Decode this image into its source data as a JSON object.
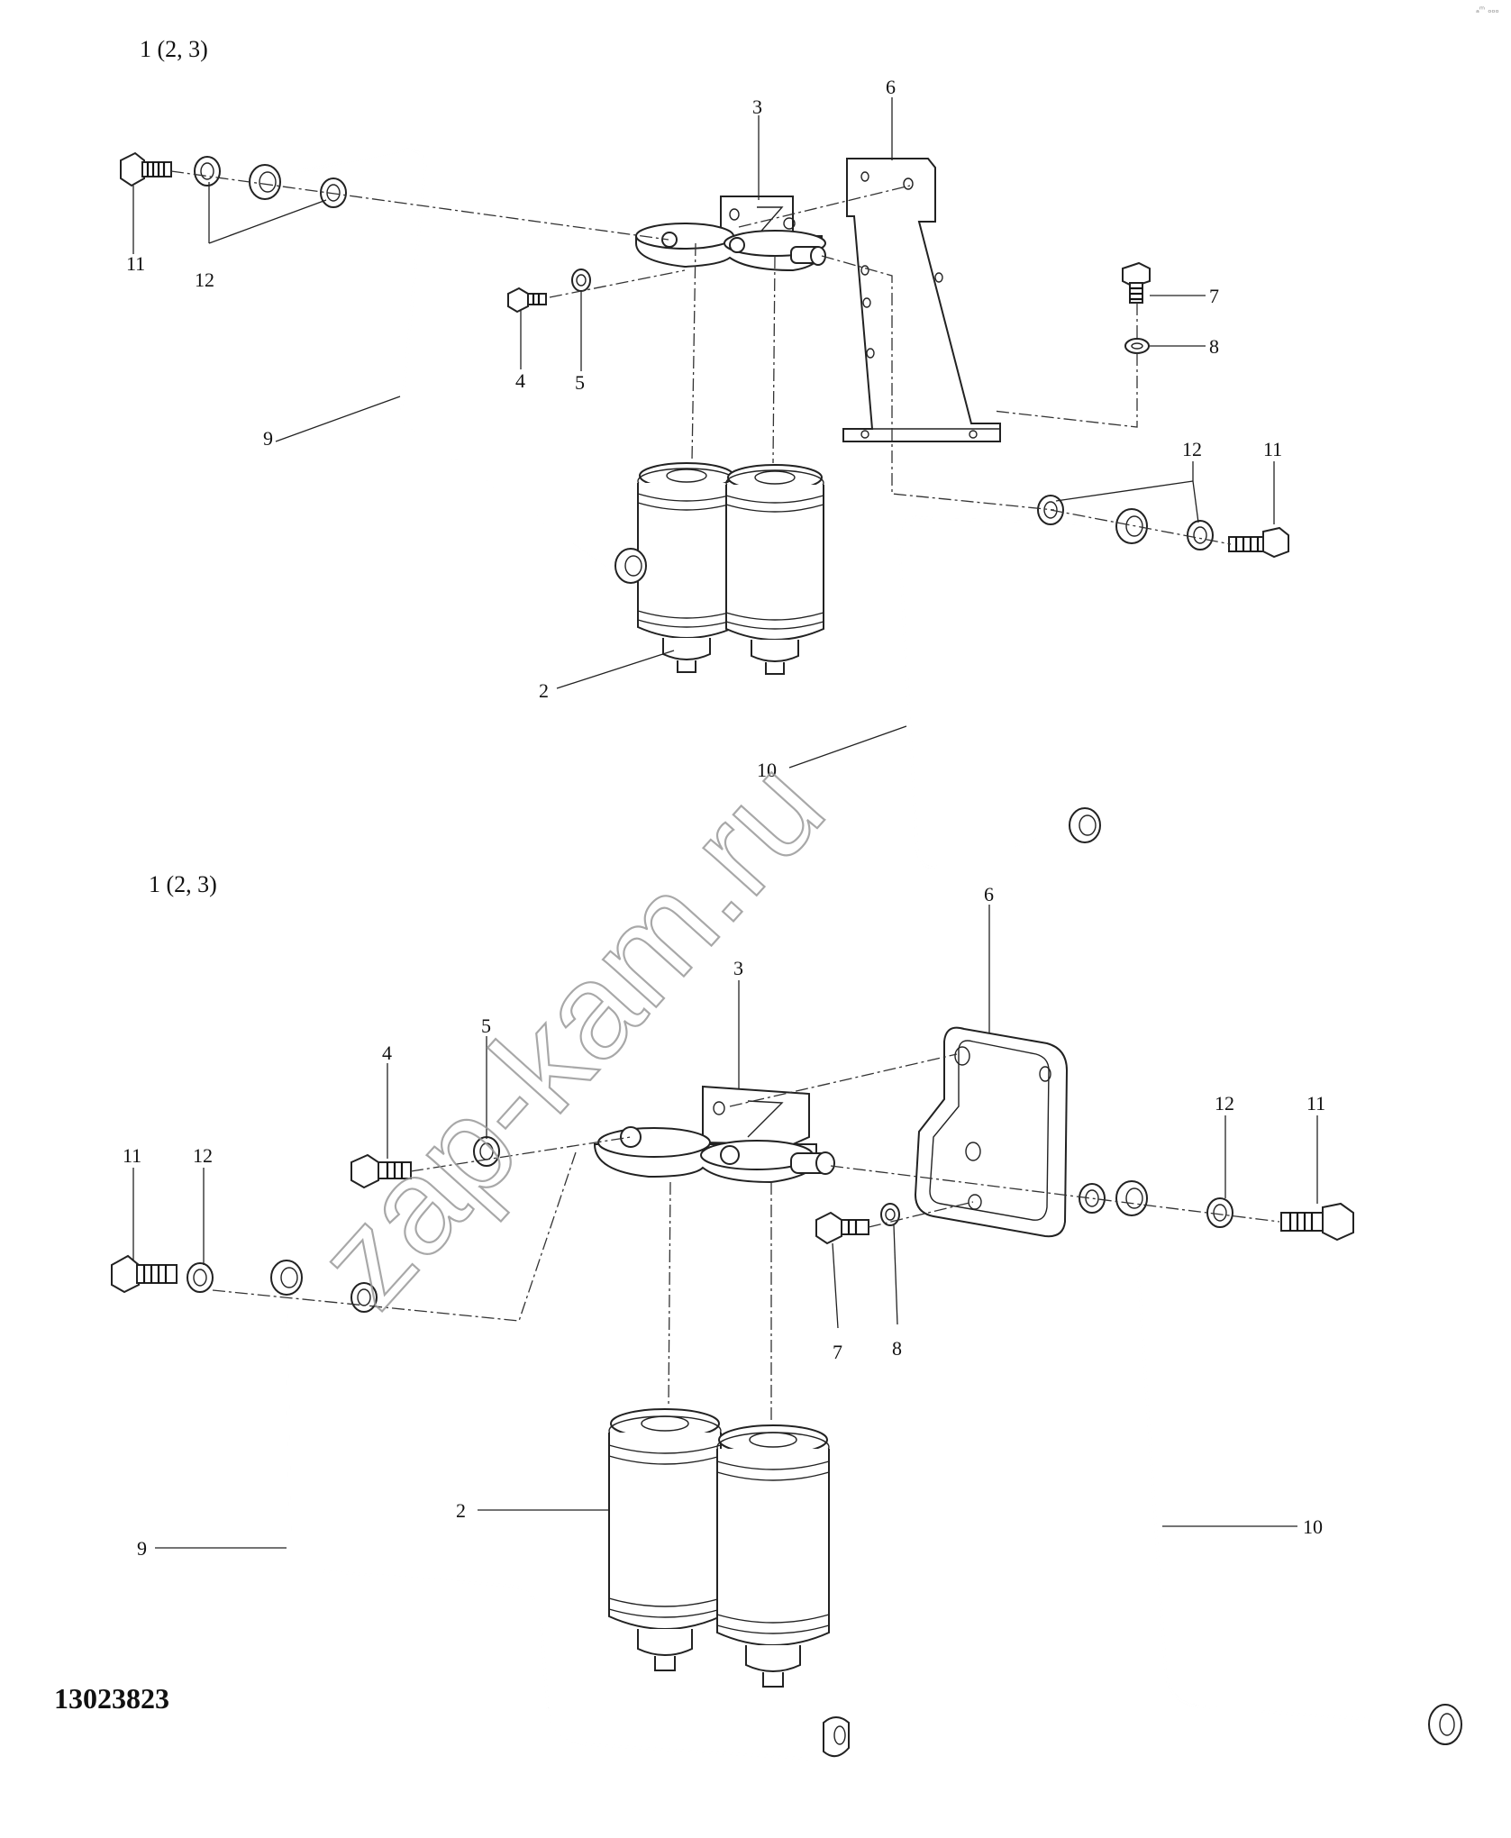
{
  "views": [
    {
      "heading": "1 (2, 3)",
      "callouts": {
        "c2": "2",
        "c3": "3",
        "c4": "4",
        "c5": "5",
        "c6": "6",
        "c7": "7",
        "c8": "8",
        "c9": "9",
        "c10": "10",
        "c11a": "11",
        "c11b": "11",
        "c12a": "12",
        "c12b": "12"
      }
    },
    {
      "heading": "1 (2, 3)",
      "callouts": {
        "c2": "2",
        "c3": "3",
        "c4": "4",
        "c5": "5",
        "c6": "6",
        "c7": "7",
        "c8": "8",
        "c9": "9",
        "c10": "10",
        "c11a": "11",
        "c11b": "11",
        "c12a": "12",
        "c12b": "12"
      }
    }
  ],
  "part_number": "13023823",
  "watermark": "zap-kam.ru",
  "corner_mark": "ₐᵐ ₒₒₒ"
}
